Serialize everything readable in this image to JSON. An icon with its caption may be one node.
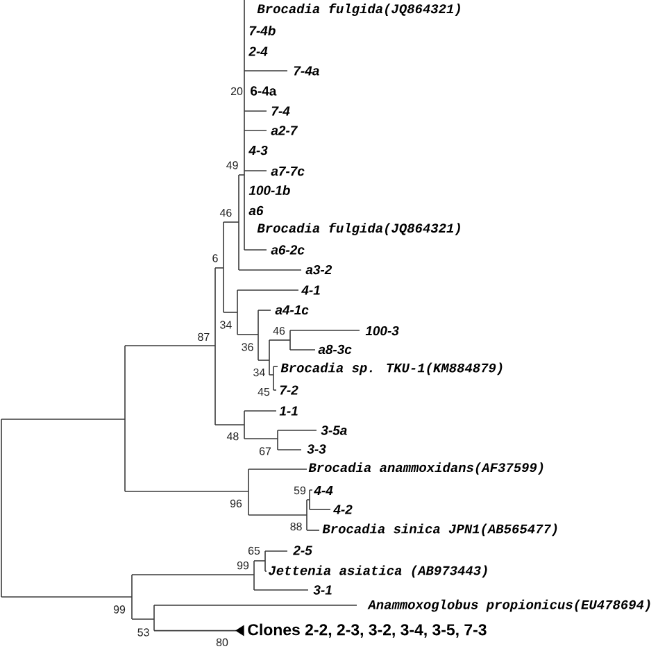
{
  "diagram": {
    "labels": [
      "Brocadia fulgida(JQ864321)",
      "7-4b",
      "2-4",
      "7-4a",
      "20",
      "6-4a",
      "7-4",
      "a2-7",
      "4-3",
      "49",
      "a7-7c",
      "100-1b",
      "46",
      "a6",
      "Brocadia fulgida(JQ864321)",
      "a6-2c",
      "6",
      "a3-2",
      "4-1",
      "a4-1c",
      "34",
      "46",
      "100-3",
      "87",
      "36",
      "a8-3c",
      "34",
      "Brocadia sp. TKU-1(KM884879)",
      "45",
      "7-2",
      "1-1",
      "3-5a",
      "48",
      "67",
      "3-3",
      "Brocadia anammoxidans(AF37599)",
      "59",
      "4-4",
      "96",
      "4-2",
      "88",
      "Brocadia sinica JPN1(AB565477)",
      "65",
      "2-5",
      "99",
      "Jettenia asiatica (AB973443)",
      "3-1",
      "99",
      "Anammoxoglobus propionicus(EU478694)",
      "53",
      "Clones 2-2, 2-3, 3-2, 3-4, 3-5, 7-3",
      "80"
    ]
  }
}
